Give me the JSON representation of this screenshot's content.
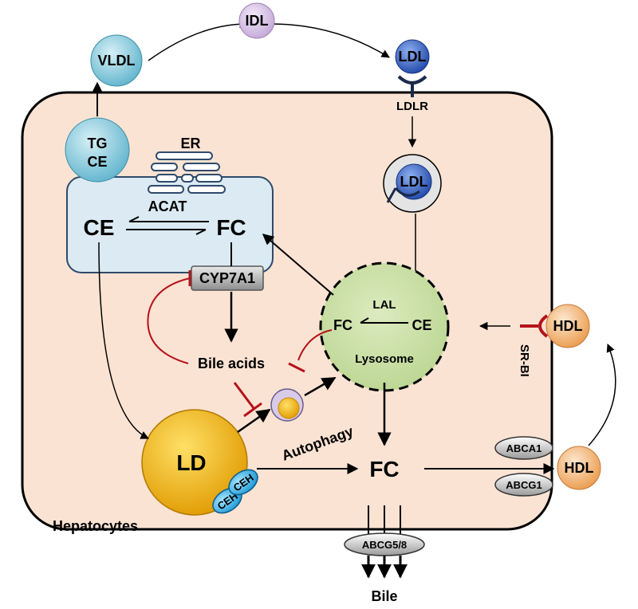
{
  "labels": {
    "vldl": "VLDL",
    "idl": "IDL",
    "ldl_top": "LDL",
    "ldlr": "LDLR",
    "ldl_endosome": "LDL",
    "tg": "TG",
    "ce_particle": "CE",
    "er": "ER",
    "acat": "ACAT",
    "ce_er": "CE",
    "fc_er": "FC",
    "cyp7a1": "CYP7A1",
    "bile_acids": "Bile acids",
    "lal": "LAL",
    "fc_lys": "FC",
    "ce_lys": "CE",
    "lysosome": "Lysosome",
    "hdl_top": "HDL",
    "sr_bi": "SR-BI",
    "autophagy": "Autophagy",
    "ld": "LD",
    "ceh1": "CEH",
    "ceh2": "CEH",
    "fc_center": "FC",
    "abca1": "ABCA1",
    "abcg1": "ABCG1",
    "hdl_bottom": "HDL",
    "hepatocytes": "Hepatocytes",
    "abcg58": "ABCG5/8",
    "bile": "Bile"
  },
  "colors": {
    "cell_fill": "#fbe3d3",
    "er_fill": "#dbeaf3",
    "lysosome_fill": "#c9dda4",
    "inhibition": "#b5121b",
    "ld_fill": "#f3b400",
    "hdl_fill": "#f2b36c",
    "ldl_fill": "#2f5fbf",
    "vldl_fill": "#7cc3d8",
    "idl_fill": "#d9c3e6"
  }
}
